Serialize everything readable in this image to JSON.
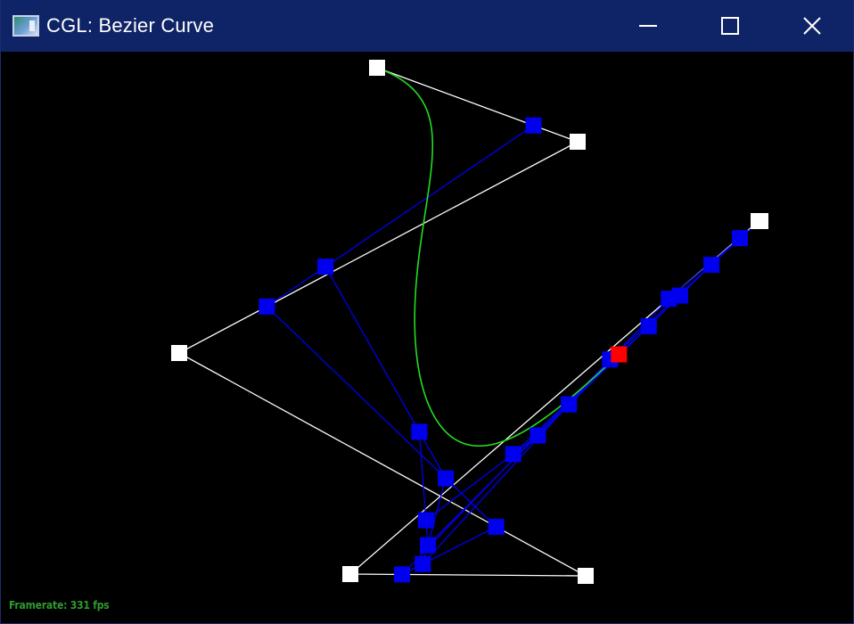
{
  "window": {
    "title": "CGL: Bezier Curve",
    "icons": {
      "app": "cgl-app-icon",
      "minimize": "minimize-icon",
      "maximize": "maximize-icon",
      "close": "close-icon"
    }
  },
  "status": {
    "framerate": "Framerate: 331 fps"
  },
  "colors": {
    "titlebar": "#0f2466",
    "background": "#000000",
    "control_polygon": "#ffffff",
    "construction": "#0000ee",
    "curve": "#22dd22",
    "current_point": "#ff0000",
    "framerate_text": "#2f9a2f"
  },
  "bezier": {
    "degree": 6,
    "control_point_count": 7,
    "parameter_t": 0.78
  }
}
